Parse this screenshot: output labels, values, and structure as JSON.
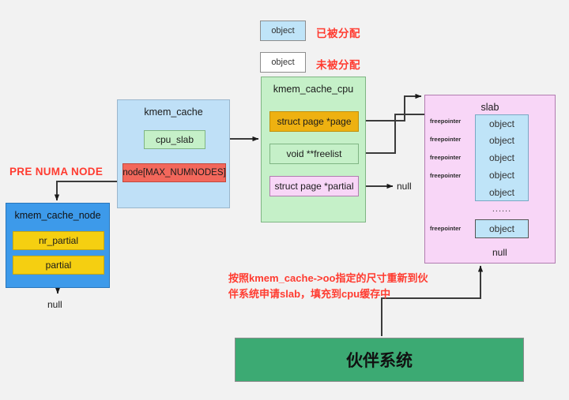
{
  "diagram": {
    "title": "SLUB allocator structure",
    "background_color": "#f2f2f2",
    "accent_red": "#ff3b30"
  },
  "legend": {
    "items": [
      {
        "swatch_text": "object",
        "label": "已被分配",
        "state": "allocated",
        "fill": "#bfe4f8"
      },
      {
        "swatch_text": "object",
        "label": "未被分配",
        "state": "free",
        "fill": "#ffffff"
      }
    ]
  },
  "kmem_cache": {
    "title": "kmem_cache",
    "fill": "#bfe0f7",
    "fields": [
      {
        "label": "cpu_slab",
        "fill": "#c5f0c8"
      },
      {
        "label": "node[MAX_NUMNODES]",
        "fill": "#f2675b"
      }
    ]
  },
  "kmem_cache_cpu": {
    "title": "kmem_cache_cpu",
    "fill": "#c5f0c8",
    "fields": [
      {
        "label": "struct page *page",
        "fill": "#eeb111"
      },
      {
        "label": "void **freelist",
        "fill": "#c5f0c8"
      },
      {
        "label": "struct page *partial",
        "fill": "#f8d6f7"
      }
    ],
    "partial_target": "null"
  },
  "kmem_cache_node": {
    "title": "kmem_cache_node",
    "fill": "#3d9aea",
    "caption": "PRE NUMA NODE",
    "fields": [
      {
        "label": "nr_partial",
        "fill": "#f5cf11"
      },
      {
        "label": "partial",
        "fill": "#f5cf11"
      }
    ],
    "partial_target": "null"
  },
  "slab": {
    "title": "slab",
    "fill": "#f8d6f7",
    "objects": [
      {
        "label": "object"
      },
      {
        "label": "object"
      },
      {
        "label": "object"
      },
      {
        "label": "object"
      },
      {
        "label": "object"
      }
    ],
    "freepointer_label": "freepointer",
    "freepointer_count": 5,
    "ellipsis": "......",
    "tail_object": {
      "label": "object"
    },
    "tail_target": "null"
  },
  "note": {
    "text": "按照kmem_cache->oo指定的尺寸重新到伙\n伴系统申请slab，填充到cpu缓存中"
  },
  "buddy_system": {
    "label": "伙伴系统",
    "fill": "#3caa73"
  }
}
